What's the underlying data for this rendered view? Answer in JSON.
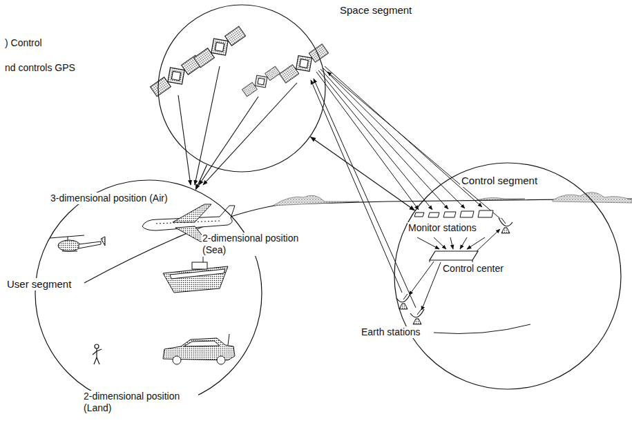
{
  "diagram": {
    "nodes": [
      {
        "text": [
          "Space segment"
        ]
      },
      {
        "text": [
          "User segment"
        ]
      },
      {
        "text": [
          "Control segment"
        ]
      }
    ],
    "edges": [
      {
        "from": 0,
        "to": 1,
        "arrow": "to"
      },
      {
        "from": 0,
        "to": 2,
        "arrow": "both"
      }
    ],
    "labels": [
      ") Control",
      "nd controls GPS",
      "3-dimensional position (Air)",
      "2-dimensional position (Sea)",
      "2-dimensional position (Land)",
      "Monitor stations",
      "Control center",
      "Earth stations"
    ]
  }
}
